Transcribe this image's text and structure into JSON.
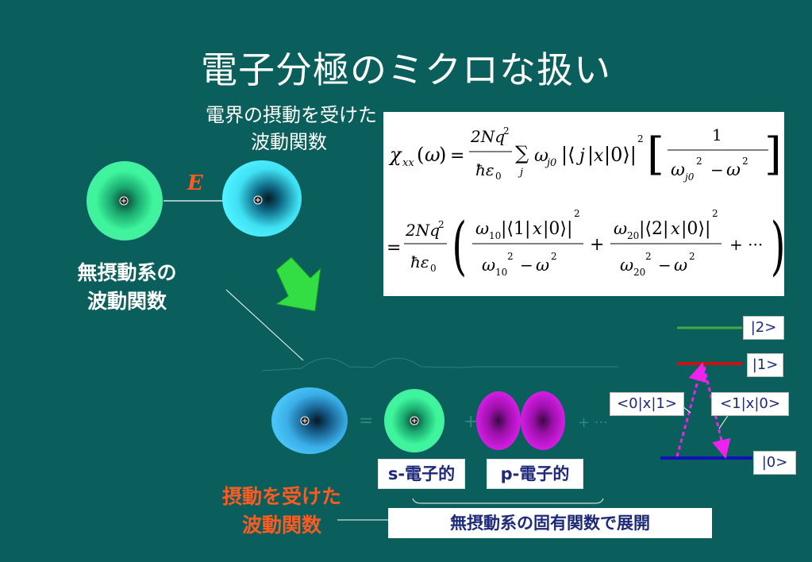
{
  "slide": {
    "title": "電子分極のミクロな扱い",
    "subtitle_line1": "電界の摂動を受けた",
    "subtitle_line2": "波動関数",
    "field_label": "E",
    "unperturbed_label_line1": "無摂動系の",
    "unperturbed_label_line2": "波動関数",
    "perturbed_label_line1": "摂動を受けた",
    "perturbed_label_line2": "波動関数",
    "s_electron_label": "s-電子的",
    "p_electron_label": "p-電子的",
    "expansion_label": "無摂動系の固有関数で展開",
    "plus_sign": "+",
    "ellipsis": "+ ···"
  },
  "levels": {
    "ket2": "|2>",
    "ket1": "|1>",
    "ket0": "|0>",
    "matrix_01": "<0|x|1>",
    "matrix_10": "<1|x|0>"
  },
  "colors": {
    "background": "#0a5f5c",
    "accent_red": "#ff5a1f",
    "level2": "#44aa44",
    "level1": "#cc1111",
    "level0": "#1111bb",
    "transition": "#ee22ee",
    "arrow_green": "#33dd44"
  },
  "icons": {
    "nucleus": "circled-plus",
    "big_arrow": "down-arrow"
  }
}
